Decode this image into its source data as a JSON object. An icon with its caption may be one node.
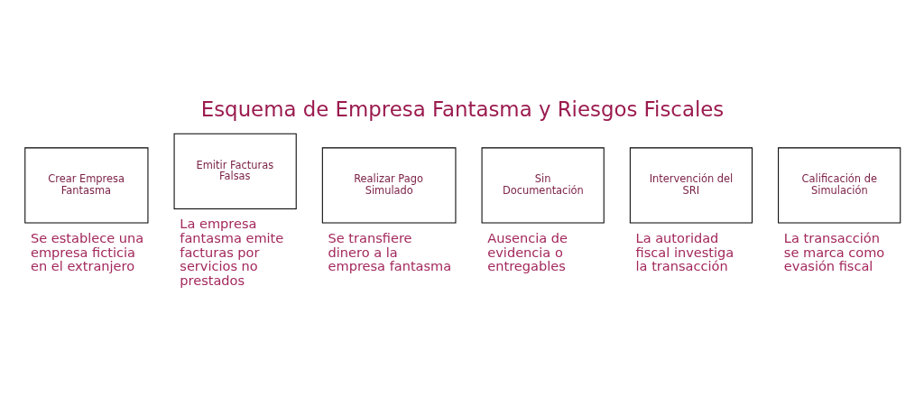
{
  "diagram": {
    "title": "Esquema de Empresa Fantasma y Riesgos Fiscales",
    "nodes": [
      {
        "text": [
          "Crear Empresa Fantasma"
        ],
        "beside": [
          "Se establece una empresa ficticia en el extranjero"
        ]
      },
      {
        "text": [
          "Emitir Facturas Falsas"
        ],
        "beside": [
          "La empresa fantasma emite facturas por servicios no prestados"
        ]
      },
      {
        "text": [
          "Realizar Pago Simulado"
        ],
        "beside": [
          "Se transfiere dinero a la empresa fantasma"
        ]
      },
      {
        "text": [
          "Sin Documentación"
        ],
        "beside": [
          "Ausencia de evidencia o entregables"
        ]
      },
      {
        "text": [
          "Intervención del SRI"
        ],
        "beside": [
          "La autoridad fiscal investiga la transacción"
        ]
      },
      {
        "text": [
          "Calificación de Simulación"
        ],
        "beside": [
          "La transacción se marca como evasión fiscal"
        ]
      }
    ]
  }
}
